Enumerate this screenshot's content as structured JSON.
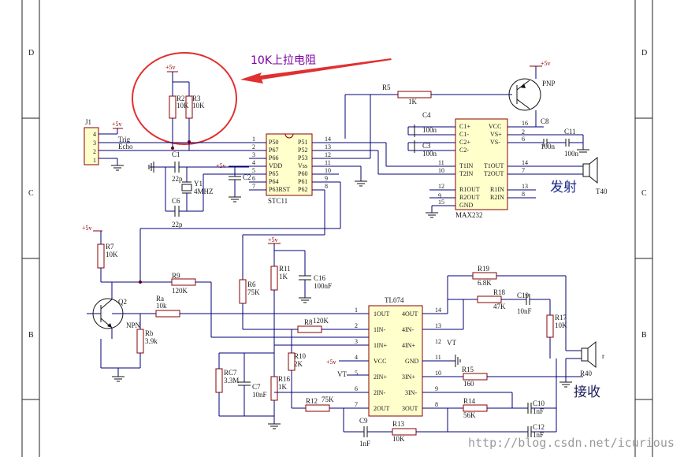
{
  "frame": {
    "row_labels_left": [
      "D",
      "C",
      "B"
    ],
    "row_labels_right": [
      "D",
      "C",
      "B"
    ]
  },
  "annotation": {
    "text": "10K上拉电阻",
    "color": "#7a00a0",
    "arrow_color": "#e03030"
  },
  "power": {
    "vcc": "+5v"
  },
  "connector": {
    "ref": "J1",
    "pins": [
      "4",
      "3",
      "2",
      "1"
    ],
    "signals": [
      "Trig",
      "Echo"
    ]
  },
  "mcu": {
    "part": "STC11",
    "left_pins": [
      {
        "num": "1",
        "name": "P50"
      },
      {
        "num": "2",
        "name": "P67"
      },
      {
        "num": "3",
        "name": "P66"
      },
      {
        "num": "4",
        "name": "VDD"
      },
      {
        "num": "5",
        "name": "P65"
      },
      {
        "num": "6",
        "name": "P64"
      },
      {
        "num": "7",
        "name": "P63RST"
      }
    ],
    "right_pins": [
      {
        "num": "14",
        "name": "P51"
      },
      {
        "num": "13",
        "name": "P52"
      },
      {
        "num": "12",
        "name": "P53"
      },
      {
        "num": "11",
        "name": "Vss"
      },
      {
        "num": "10",
        "name": "P60"
      },
      {
        "num": "9",
        "name": "P61"
      },
      {
        "num": "8",
        "name": "P62"
      }
    ]
  },
  "max232": {
    "part": "MAX232",
    "left_pins": [
      {
        "num": "",
        "name": "C1+"
      },
      {
        "num": "",
        "name": "C1-"
      },
      {
        "num": "",
        "name": "C2+"
      },
      {
        "num": "",
        "name": "C2-"
      },
      {
        "num": "11",
        "name": "T1IN"
      },
      {
        "num": "10",
        "name": "T2IN"
      },
      {
        "num": "12",
        "name": "R1OUT"
      },
      {
        "num": "9",
        "name": "R2OUT"
      },
      {
        "num": "15",
        "name": "GND"
      }
    ],
    "right_pins": [
      {
        "num": "16",
        "name": "VCC"
      },
      {
        "num": "2",
        "name": "VS+"
      },
      {
        "num": "6",
        "name": "VS-"
      },
      {
        "num": "14",
        "name": "T1OUT"
      },
      {
        "num": "7",
        "name": "T2OUT"
      },
      {
        "num": "13",
        "name": "R1IN"
      },
      {
        "num": "8",
        "name": "R2IN"
      }
    ]
  },
  "tl074": {
    "part": "TL074",
    "left_pins": [
      {
        "num": "1",
        "name": "1OUT"
      },
      {
        "num": "2",
        "name": "1IN-"
      },
      {
        "num": "3",
        "name": "1IN+"
      },
      {
        "num": "4",
        "name": "VCC"
      },
      {
        "num": "5",
        "name": "2IN+"
      },
      {
        "num": "6",
        "name": "2IN-"
      },
      {
        "num": "7",
        "name": "2OUT"
      }
    ],
    "right_pins": [
      {
        "num": "14",
        "name": "4OUT"
      },
      {
        "num": "13",
        "name": "4IN-"
      },
      {
        "num": "12",
        "name": "4IN+"
      },
      {
        "num": "11",
        "name": "GND"
      },
      {
        "num": "10",
        "name": "3IN+"
      },
      {
        "num": "9",
        "name": "3IN-"
      },
      {
        "num": "8",
        "name": "3OUT"
      }
    ]
  },
  "components": {
    "R2": {
      "ref": "R2",
      "value": "10K"
    },
    "R3": {
      "ref": "R3",
      "value": "10K"
    },
    "R5": {
      "ref": "R5",
      "value": "1K"
    },
    "R6": {
      "ref": "R6",
      "value": "75K"
    },
    "R7": {
      "ref": "R7",
      "value": "10K"
    },
    "R8": {
      "ref": "R8",
      "value": "120K"
    },
    "R9": {
      "ref": "R9",
      "value": "120K"
    },
    "R10": {
      "ref": "R10",
      "value": "2K"
    },
    "R11": {
      "ref": "R11",
      "value": "1K"
    },
    "R12": {
      "ref": "R12",
      "value": "75K"
    },
    "R13": {
      "ref": "R13",
      "value": "10K"
    },
    "R14": {
      "ref": "R14",
      "value": "56K"
    },
    "R15": {
      "ref": "R15",
      "value": "160"
    },
    "R16": {
      "ref": "R16",
      "value": "1K"
    },
    "R17": {
      "ref": "R17",
      "value": "10K"
    },
    "R18": {
      "ref": "R18",
      "value": "47K"
    },
    "R19": {
      "ref": "R19",
      "value": "6.8K"
    },
    "Ra": {
      "ref": "Ra",
      "value": "10k"
    },
    "Rb": {
      "ref": "Rb",
      "value": "3.9k"
    },
    "RC7": {
      "ref": "RC7",
      "value": "3.3M"
    },
    "C1": {
      "ref": "C1",
      "value": "22p"
    },
    "C2": {
      "ref": "C2",
      "value": ""
    },
    "C3": {
      "ref": "C3",
      "value": "100n"
    },
    "C4": {
      "ref": "C4",
      "value": "100n"
    },
    "C6": {
      "ref": "C6",
      "value": "22p"
    },
    "C7": {
      "ref": "C7",
      "value": "10nF"
    },
    "C8": {
      "ref": "C8",
      "value": "100n"
    },
    "C9": {
      "ref": "C9",
      "value": "1nF"
    },
    "C10": {
      "ref": "C10",
      "value": "1nF"
    },
    "C11": {
      "ref": "C11",
      "value": "100n"
    },
    "C12": {
      "ref": "C12",
      "value": "1nF"
    },
    "C16": {
      "ref": "C16",
      "value": "100nF"
    },
    "C19": {
      "ref": "C19",
      "value": "10nF"
    },
    "Y1": {
      "ref": "Y1",
      "value": "4MHZ"
    },
    "Q1": {
      "ref": "PNP"
    },
    "Q2": {
      "ref": "Q2",
      "type": "NPN"
    },
    "T40": {
      "ref": "T40"
    },
    "R40": {
      "ref": "R40",
      "extra": "r"
    }
  },
  "labels": {
    "transmit": "发射",
    "receive": "接收",
    "vt": "VT"
  },
  "watermark": "http://blog.csdn.net/icurious"
}
